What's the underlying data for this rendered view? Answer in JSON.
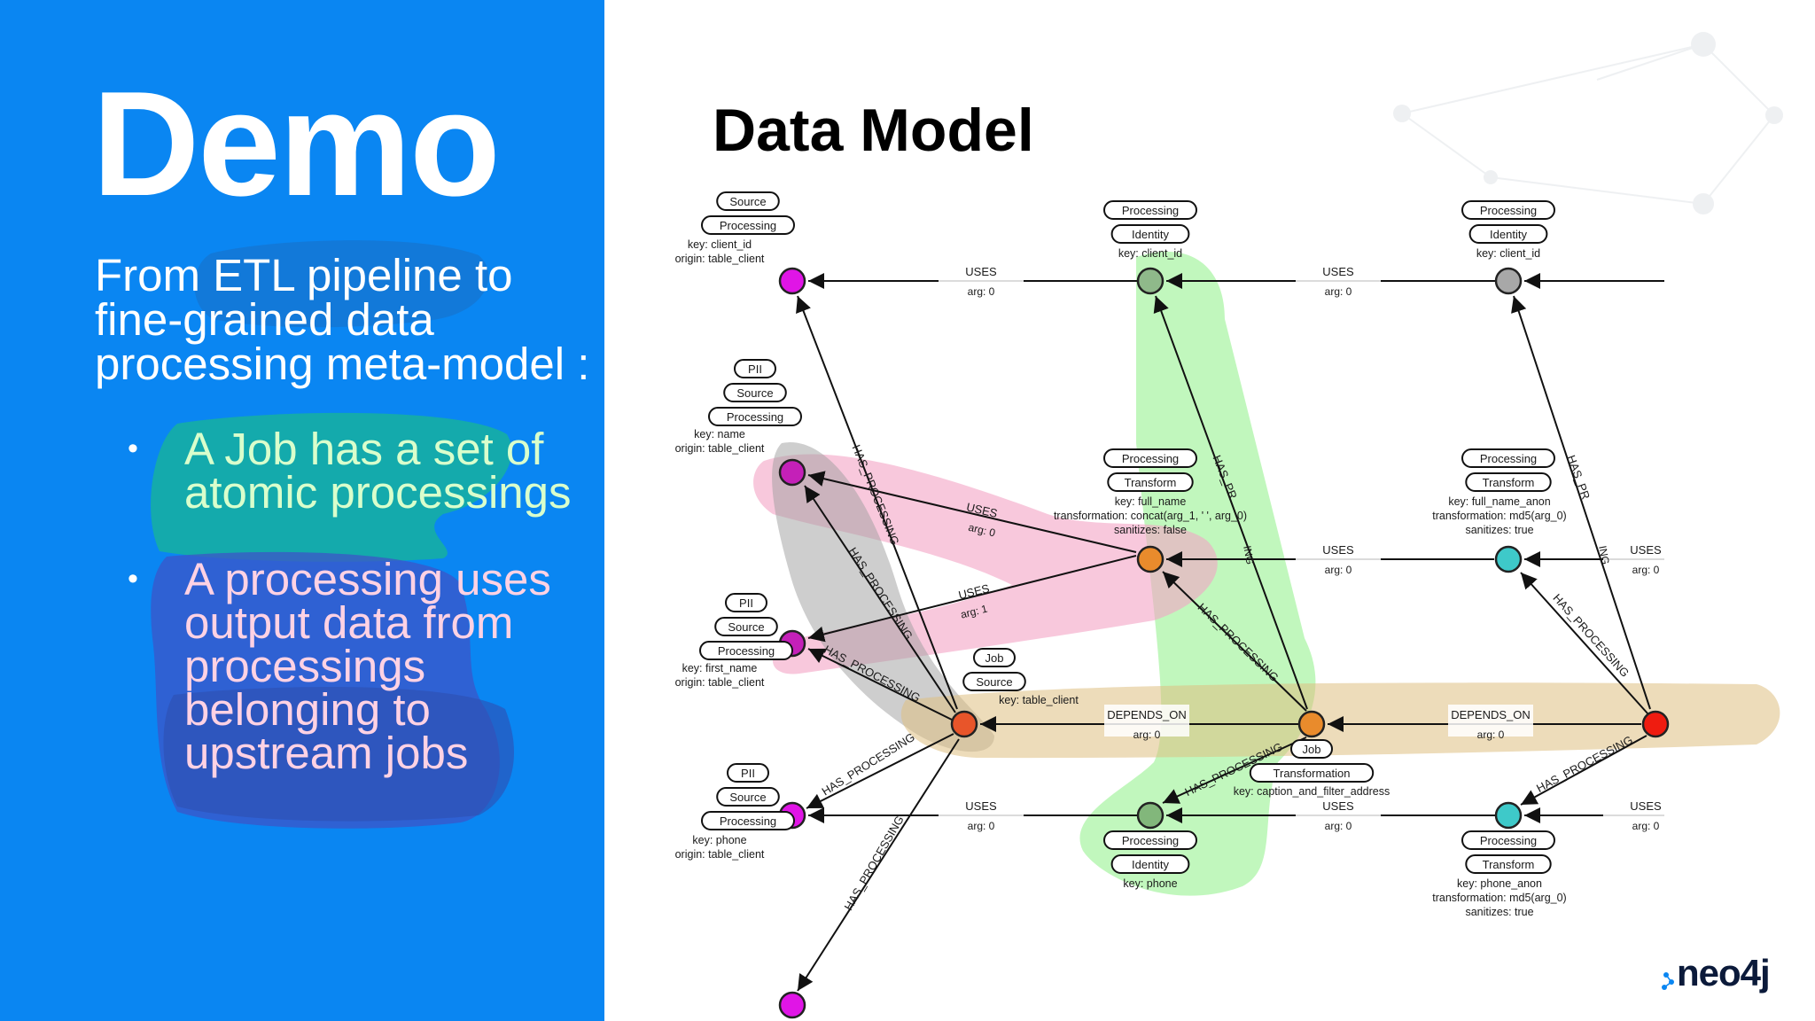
{
  "slide": {
    "title": "Demo",
    "intro": "From ETL pipeline to fine-grained data processing meta-model :",
    "bullets": [
      "A Job has a set of atomic processings",
      "A processing uses output data from processings belonging to upstream jobs"
    ],
    "bullet_marker": "•"
  },
  "diagram": {
    "title": "Data Model",
    "logo": "neo4j",
    "colors": {
      "left_panel": "#0a86f2",
      "magenta": "#e015e6",
      "gray": "#9a9a9a",
      "orange": "#e98b2c",
      "red_orange": "#e8552a",
      "red": "#ef1c10",
      "cyan": "#3ec9c9",
      "green_node": "#82b77b",
      "highlight_green": "#8ef087",
      "highlight_pink": "#f4a3c4",
      "highlight_tan": "#dfbf82",
      "highlight_gray": "#9d9d9d"
    },
    "nodes": [
      {
        "id": "n1",
        "color": "#e015e6",
        "labels": [
          "Source",
          "Processing"
        ],
        "props": [
          "key: client_id",
          "origin: table_client"
        ]
      },
      {
        "id": "n2",
        "color": "#8fb98a",
        "labels": [
          "Processing",
          "Identity"
        ],
        "props": [
          "key: client_id"
        ]
      },
      {
        "id": "n3",
        "color": "#a8a8a8",
        "labels": [
          "Processing",
          "Identity"
        ],
        "props": [
          "key: client_id"
        ]
      },
      {
        "id": "n4",
        "color": "#c420b8",
        "labels": [
          "PII",
          "Source",
          "Processing"
        ],
        "props": [
          "key: name",
          "origin: table_client"
        ]
      },
      {
        "id": "n5",
        "color": "#e98b2c",
        "labels": [
          "Processing",
          "Transform"
        ],
        "props": [
          "key: full_name",
          "transformation: concat(arg_1, ' ', arg_0)",
          "sanitizes: false"
        ]
      },
      {
        "id": "n6",
        "color": "#3ec9c9",
        "labels": [
          "Processing",
          "Transform"
        ],
        "props": [
          "key: full_name_anon",
          "transformation: md5(arg_0)",
          "sanitizes: true"
        ]
      },
      {
        "id": "n7",
        "color": "#c420b8",
        "labels": [
          "PII",
          "Source",
          "Processing"
        ],
        "props": [
          "key: first_name",
          "origin: table_client"
        ]
      },
      {
        "id": "n8",
        "color": "#e8552a",
        "labels": [
          "Job",
          "Source"
        ],
        "props": [
          "key: table_client"
        ]
      },
      {
        "id": "n9",
        "color": "#e98b2c",
        "labels": [
          "Job",
          "Transformation"
        ],
        "props": [
          "key: caption_and_filter_address"
        ]
      },
      {
        "id": "n10",
        "color": "#ef1c10",
        "labels": [],
        "props": []
      },
      {
        "id": "n11",
        "color": "#e015e6",
        "labels": [
          "PII",
          "Source",
          "Processing"
        ],
        "props": [
          "key: phone",
          "origin: table_client"
        ]
      },
      {
        "id": "n12",
        "color": "#82b77b",
        "labels": [
          "Processing",
          "Identity"
        ],
        "props": [
          "key: phone"
        ]
      },
      {
        "id": "n13",
        "color": "#3ec9c9",
        "labels": [
          "Processing",
          "Transform"
        ],
        "props": [
          "key: phone_anon",
          "transformation: md5(arg_0)",
          "sanitizes: true"
        ]
      },
      {
        "id": "n14",
        "color": "#e015e6",
        "labels": [],
        "props": []
      }
    ],
    "edges": [
      {
        "from": "n2",
        "to": "n1",
        "label": "USES",
        "sub": "arg: 0"
      },
      {
        "from": "n3",
        "to": "n2",
        "label": "USES",
        "sub": "arg: 0"
      },
      {
        "from": "right",
        "to": "n3",
        "label": "",
        "sub": ""
      },
      {
        "from": "n5",
        "to": "n4",
        "label": "USES",
        "sub": "arg: 0"
      },
      {
        "from": "n5",
        "to": "n7",
        "label": "USES",
        "sub": "arg: 1"
      },
      {
        "from": "n6",
        "to": "n5",
        "label": "USES",
        "sub": "arg: 0"
      },
      {
        "from": "right",
        "to": "n6",
        "label": "USES",
        "sub": "arg: 0"
      },
      {
        "from": "n9",
        "to": "n8",
        "label": "DEPENDS_ON",
        "sub": "arg: 0"
      },
      {
        "from": "n10",
        "to": "n9",
        "label": "DEPENDS_ON",
        "sub": "arg: 0"
      },
      {
        "from": "n12",
        "to": "n11",
        "label": "USES",
        "sub": "arg: 0"
      },
      {
        "from": "n13",
        "to": "n12",
        "label": "USES",
        "sub": "arg: 0"
      },
      {
        "from": "right",
        "to": "n13",
        "label": "USES",
        "sub": "arg: 0"
      },
      {
        "from": "n8",
        "to": "n1",
        "label": "HAS_PROCESSING",
        "sub": ""
      },
      {
        "from": "n8",
        "to": "n4",
        "label": "HAS_PROCESSING",
        "sub": ""
      },
      {
        "from": "n8",
        "to": "n7",
        "label": "HAS_PROCESSING",
        "sub": ""
      },
      {
        "from": "n8",
        "to": "n11",
        "label": "HAS_PROCESSING",
        "sub": ""
      },
      {
        "from": "n8",
        "to": "n14",
        "label": "HAS_PROCESSING",
        "sub": ""
      },
      {
        "from": "n9",
        "to": "n2",
        "label": "HAS_PR",
        "sub": ""
      },
      {
        "from": "n9",
        "to": "n5",
        "label": "HAS_PROCESSING",
        "sub": ""
      },
      {
        "from": "n9",
        "to": "n12",
        "label": "HAS_PROCESSING",
        "sub": ""
      },
      {
        "from": "n10",
        "to": "n3",
        "label": "HAS_PR",
        "sub": ""
      },
      {
        "from": "n10",
        "to": "n6",
        "label": "HAS_PROCESSING",
        "sub": ""
      },
      {
        "from": "n10",
        "to": "n13",
        "label": "HAS_PROCESSING",
        "sub": ""
      }
    ],
    "fragments": [
      "ING",
      "ING",
      "Job"
    ]
  }
}
